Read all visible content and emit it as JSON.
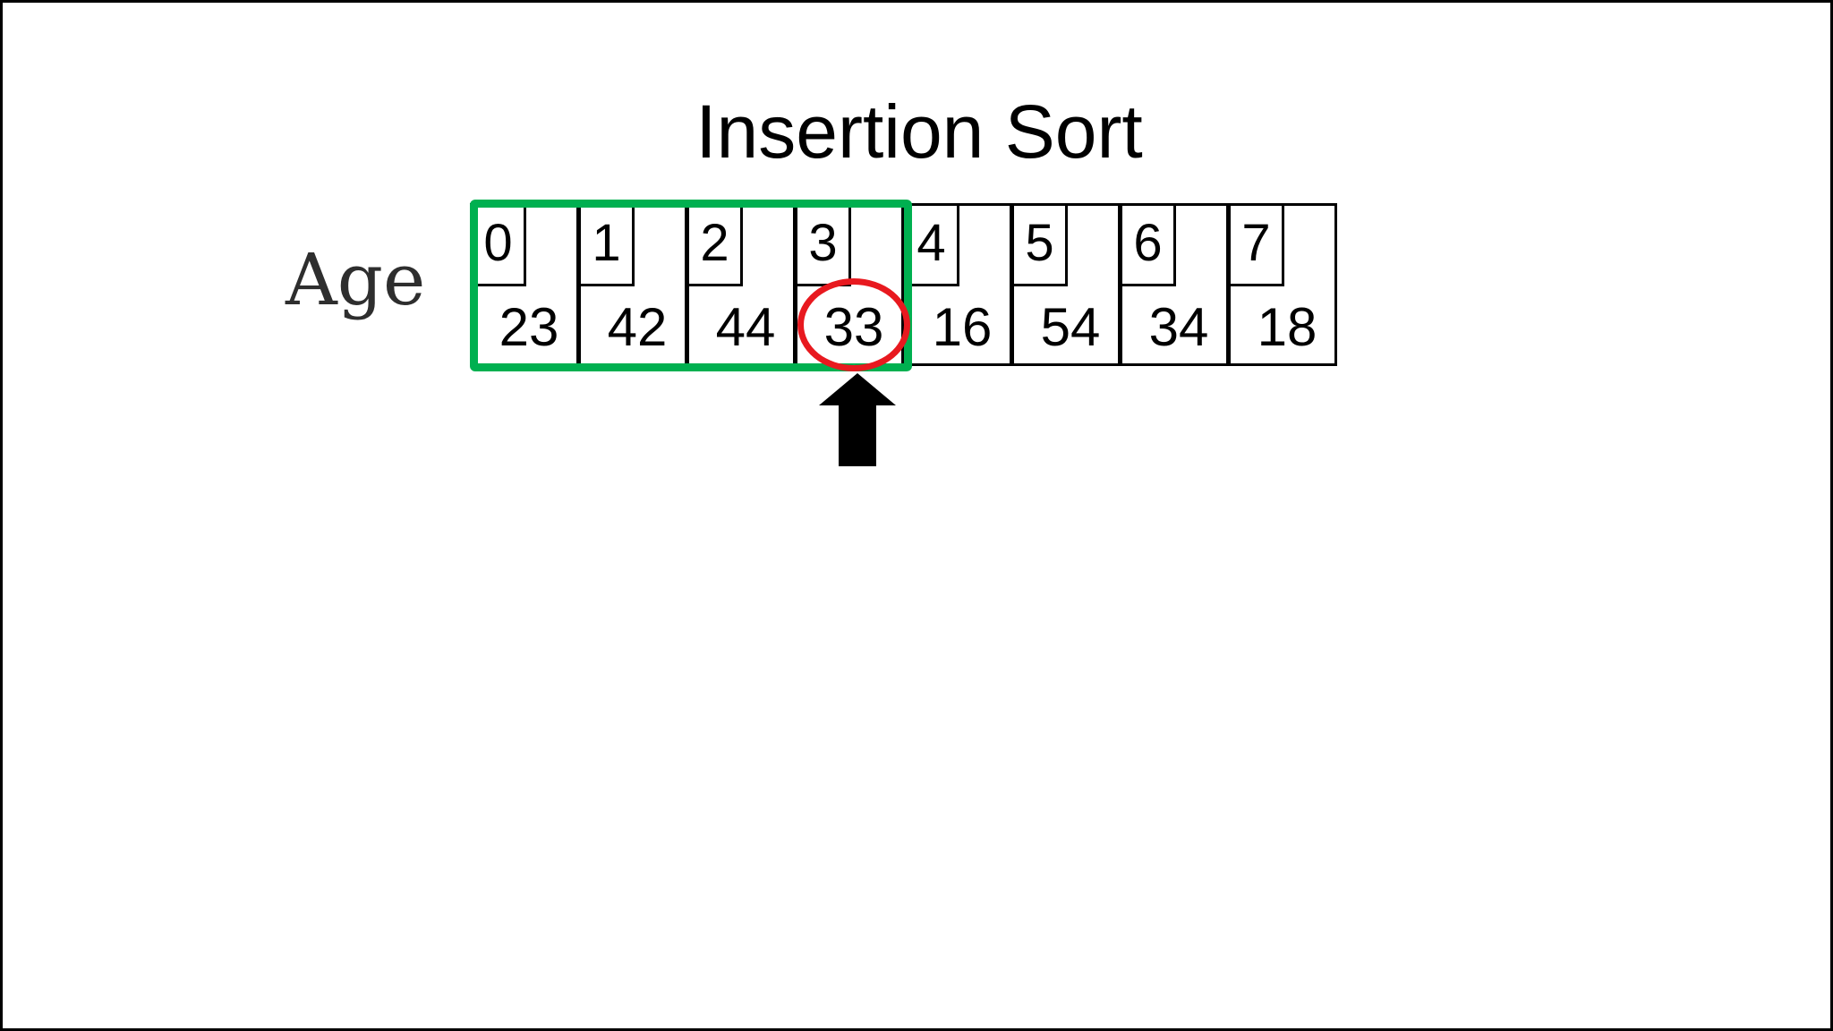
{
  "title": "Insertion Sort",
  "array_label": "Age",
  "cells": [
    {
      "index": "0",
      "value": "23"
    },
    {
      "index": "1",
      "value": "42"
    },
    {
      "index": "2",
      "value": "44"
    },
    {
      "index": "3",
      "value": "33"
    },
    {
      "index": "4",
      "value": "16"
    },
    {
      "index": "5",
      "value": "54"
    },
    {
      "index": "6",
      "value": "34"
    },
    {
      "index": "7",
      "value": "18"
    }
  ],
  "sorted_region": {
    "from_index": 0,
    "to_index": 3
  },
  "current_index": 3,
  "colors": {
    "sorted_region": "#00b050",
    "current_highlight": "#e8191f",
    "cell_border": "#000000",
    "background": "#ffffff"
  },
  "icons": {
    "pointer": "up-arrow-icon"
  }
}
